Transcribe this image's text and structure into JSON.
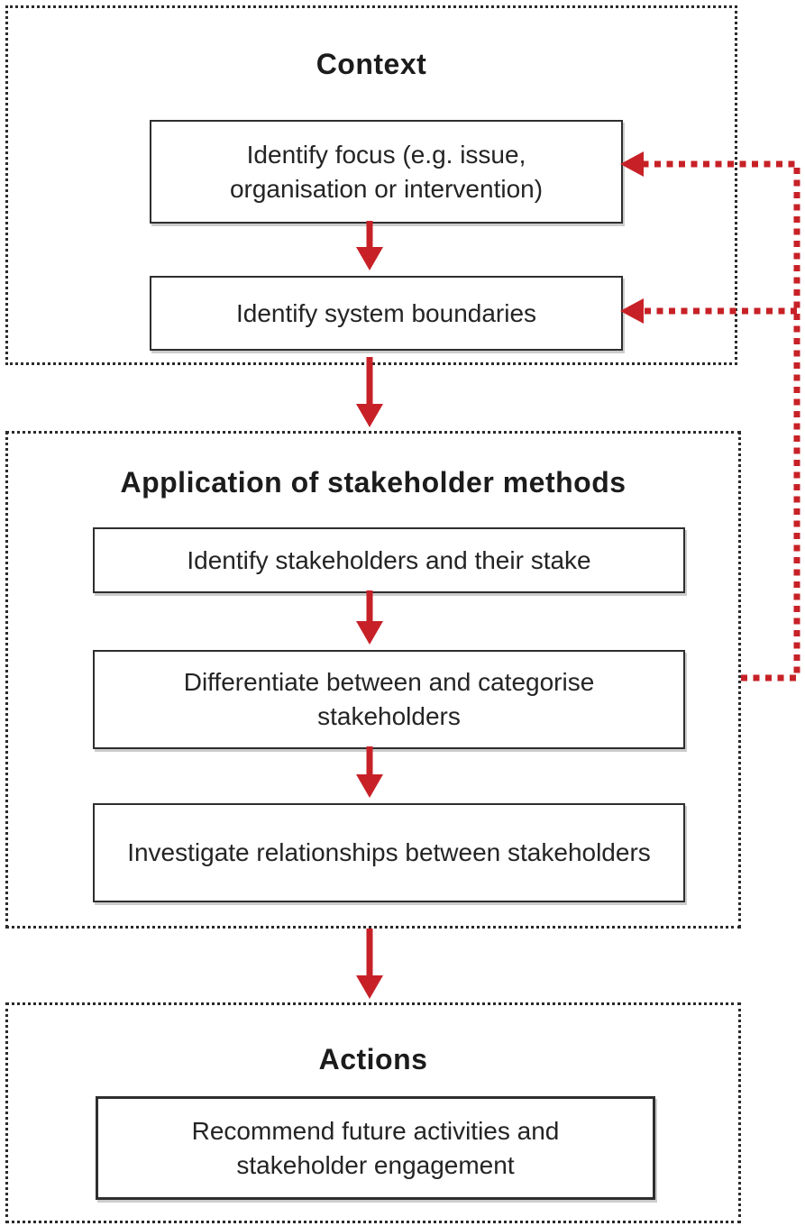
{
  "colors": {
    "accent_red": "#c72127",
    "box_border": "#2e2e2e"
  },
  "sections": {
    "context": {
      "title": "Context",
      "box_focus": "Identify focus (e.g. issue, organisation or intervention)",
      "box_boundaries": "Identify system boundaries"
    },
    "application": {
      "title": "Application of stakeholder methods",
      "box_identify": "Identify stakeholders and their stake",
      "box_differentiate": "Differentiate between and categorise stakeholders",
      "box_investigate": "Investigate relationships between stakeholders"
    },
    "actions": {
      "title": "Actions",
      "box_recommend": "Recommend future activities and stakeholder engagement"
    }
  }
}
